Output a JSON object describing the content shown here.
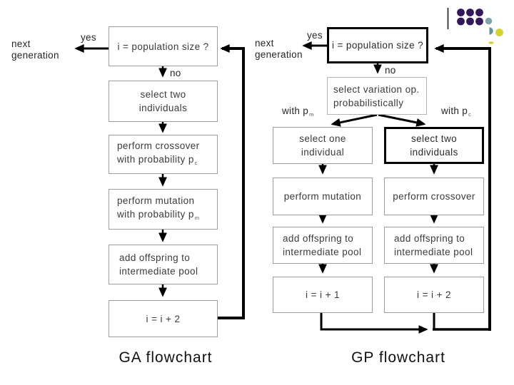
{
  "ga": {
    "next_line1": "next",
    "next_line2": "generation",
    "yes_label": "yes",
    "no_label": "no",
    "box_check": "i = population size ?",
    "box_select_two": [
      "select two",
      "individuals"
    ],
    "box_crossover": [
      "perform crossover",
      "with probability p"
    ],
    "crossover_prob_sub": "c",
    "box_mutation": [
      "perform mutation",
      "with probability p"
    ],
    "mutation_prob_sub": "m",
    "box_add_offspring": [
      "add offspring to",
      "intermediate pool"
    ],
    "box_increment": "i = i + 2",
    "caption": "GA flowchart"
  },
  "gp": {
    "next_line1": "next",
    "next_line2": "generation",
    "yes_label": "yes",
    "no_label": "no",
    "box_check": "i = population size ?",
    "box_variation": [
      "select variation op.",
      "probabilistically"
    ],
    "with_p_left": "with p",
    "with_p_left_sub": "m",
    "with_p_right": "with p",
    "with_p_right_sub": "c",
    "box_select_one": [
      "select one",
      "individual"
    ],
    "box_select_two": [
      "select two",
      "individuals"
    ],
    "box_mutation": "perform mutation",
    "box_crossover": "perform crossover",
    "box_add_offspring_left": [
      "add offspring to",
      "intermediate pool"
    ],
    "box_add_offspring_right": [
      "add offspring to",
      "intermediate pool"
    ],
    "box_increment_left": "i = i + 1",
    "box_increment_right": "i = i + 2",
    "caption": "GP flowchart"
  },
  "logo": {
    "purple": "#32175a",
    "teal": "#7ca6ab",
    "teal_dark": "#5f939b",
    "yellow": "#d2d42e",
    "line": "#1a1a1a"
  }
}
